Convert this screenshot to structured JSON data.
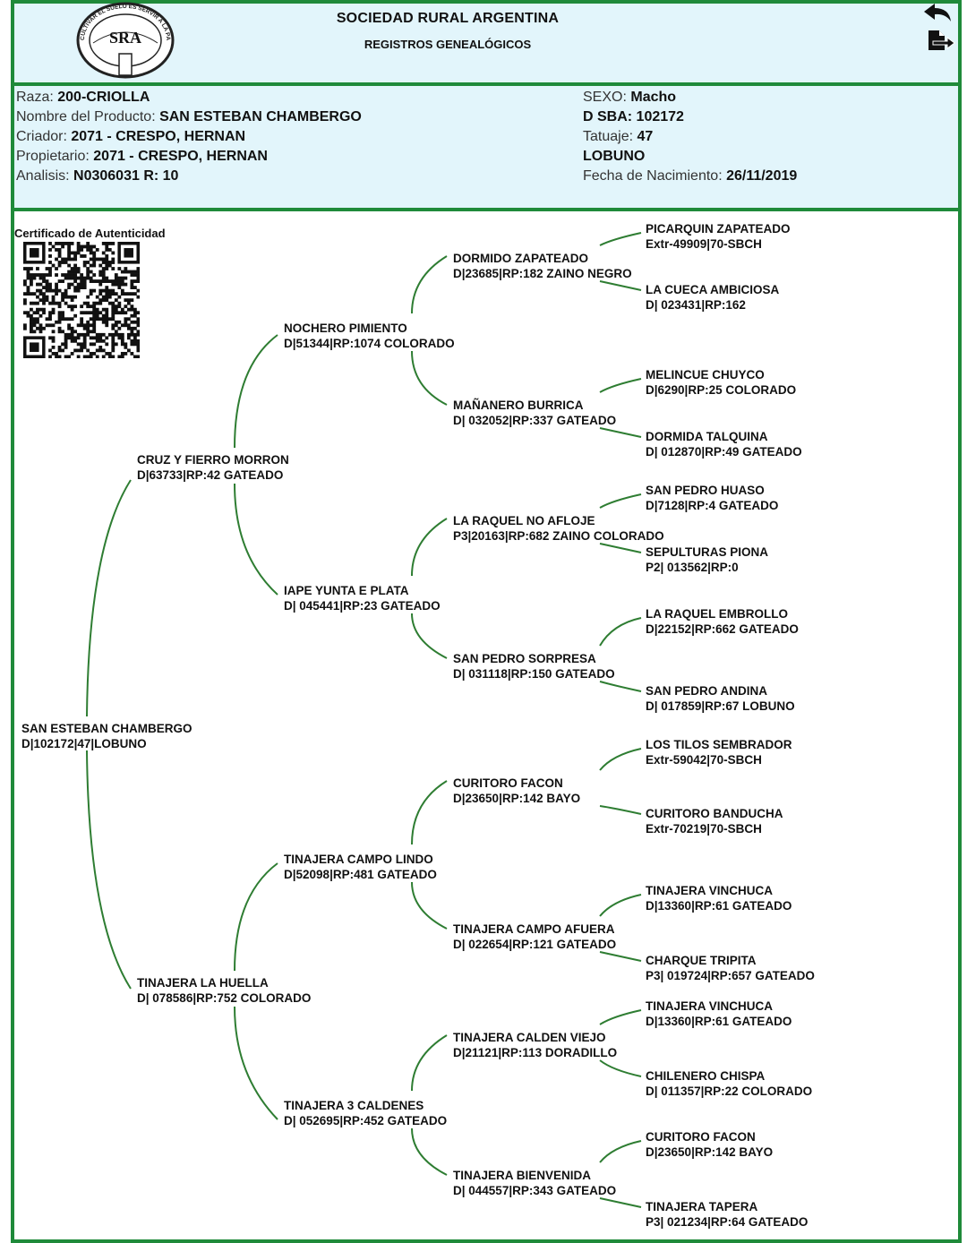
{
  "header": {
    "org_name": "SOCIEDAD RURAL ARGENTINA",
    "subtitle": "REGISTROS GENEALÓGICOS",
    "logo_text": "SRA",
    "logo_ring_text": "CULTIVAR EL SUELO ES SERVIR A LA PATRIA"
  },
  "info": {
    "left": [
      {
        "label": "Raza: ",
        "value": "200-CRIOLLA"
      },
      {
        "label": "Nombre del Producto: ",
        "value": "SAN ESTEBAN CHAMBERGO"
      },
      {
        "label": "Criador: ",
        "value": "2071 - CRESPO, HERNAN"
      },
      {
        "label": "Propietario: ",
        "value": "2071 - CRESPO, HERNAN"
      },
      {
        "label": "Analisis: ",
        "value": "N0306031 R: 10"
      }
    ],
    "right": [
      {
        "label": "SEXO: ",
        "value": "Macho"
      },
      {
        "label": "",
        "value": "D SBA: 102172"
      },
      {
        "label": "Tatuaje: ",
        "value": "47"
      },
      {
        "label": "",
        "value": "LOBUNO"
      },
      {
        "label": "Fecha de Nacimiento: ",
        "value": "26/11/2019"
      }
    ]
  },
  "certificate": {
    "title": "Certificado de Autenticidad"
  },
  "icons": {
    "back": "back-arrow-icon",
    "export": "export-file-icon"
  },
  "pedigree": {
    "root": {
      "name": "SAN ESTEBAN CHAMBERGO",
      "reg": "D|102172|47|LOBUNO"
    },
    "gen1": [
      {
        "name": "CRUZ Y FIERRO MORRON",
        "reg": "D|63733|RP:42 GATEADO"
      },
      {
        "name": "TINAJERA LA HUELLA",
        "reg": "D| 078586|RP:752 COLORADO"
      }
    ],
    "gen2": [
      {
        "name": "NOCHERO PIMIENTO",
        "reg": "D|51344|RP:1074 COLORADO"
      },
      {
        "name": "IAPE YUNTA E PLATA",
        "reg": "D| 045441|RP:23 GATEADO"
      },
      {
        "name": "TINAJERA CAMPO LINDO",
        "reg": "D|52098|RP:481 GATEADO"
      },
      {
        "name": "TINAJERA 3 CALDENES",
        "reg": "D| 052695|RP:452 GATEADO"
      }
    ],
    "gen3": [
      {
        "name": "DORMIDO ZAPATEADO",
        "reg": "D|23685|RP:182 ZAINO NEGRO"
      },
      {
        "name": "MAÑANERO BURRICA",
        "reg": "D| 032052|RP:337 GATEADO"
      },
      {
        "name": "LA RAQUEL NO AFLOJE",
        "reg": "P3|20163|RP:682 ZAINO COLORADO"
      },
      {
        "name": "SAN PEDRO SORPRESA",
        "reg": "D| 031118|RP:150 GATEADO"
      },
      {
        "name": "CURITORO FACON",
        "reg": "D|23650|RP:142 BAYO"
      },
      {
        "name": "TINAJERA CAMPO AFUERA",
        "reg": "D| 022654|RP:121 GATEADO"
      },
      {
        "name": "TINAJERA CALDEN VIEJO",
        "reg": "D|21121|RP:113 DORADILLO"
      },
      {
        "name": "TINAJERA BIENVENIDA",
        "reg": "D| 044557|RP:343 GATEADO"
      }
    ],
    "gen4": [
      {
        "name": "PICARQUIN ZAPATEADO",
        "reg": "Extr-49909|70-SBCH"
      },
      {
        "name": "LA CUECA AMBICIOSA",
        "reg": "D| 023431|RP:162"
      },
      {
        "name": "MELINCUE CHUYCO",
        "reg": "D|6290|RP:25 COLORADO"
      },
      {
        "name": "DORMIDA TALQUINA",
        "reg": "D| 012870|RP:49 GATEADO"
      },
      {
        "name": "SAN PEDRO HUASO",
        "reg": "D|7128|RP:4 GATEADO"
      },
      {
        "name": "SEPULTURAS PIONA",
        "reg": "P2| 013562|RP:0"
      },
      {
        "name": "LA RAQUEL EMBROLLO",
        "reg": "D|22152|RP:662 GATEADO"
      },
      {
        "name": "SAN PEDRO ANDINA",
        "reg": "D| 017859|RP:67 LOBUNO"
      },
      {
        "name": "LOS TILOS SEMBRADOR",
        "reg": "Extr-59042|70-SBCH"
      },
      {
        "name": "CURITORO BANDUCHA",
        "reg": "Extr-70219|70-SBCH"
      },
      {
        "name": "TINAJERA VINCHUCA",
        "reg": "D|13360|RP:61 GATEADO"
      },
      {
        "name": "CHARQUE TRIPITA",
        "reg": "P3| 019724|RP:657 GATEADO"
      },
      {
        "name": "TINAJERA VINCHUCA",
        "reg": "D|13360|RP:61 GATEADO"
      },
      {
        "name": "CHILENERO CHISPA",
        "reg": "D| 011357|RP:22 COLORADO"
      },
      {
        "name": "CURITORO FACON",
        "reg": "D|23650|RP:142 BAYO"
      },
      {
        "name": "TINAJERA TAPERA",
        "reg": "P3| 021234|RP:64 GATEADO"
      }
    ]
  },
  "colors": {
    "frame_green": "#1f8a3a",
    "panel_blue": "#e2f5fb",
    "link_green": "#2e7d32"
  }
}
